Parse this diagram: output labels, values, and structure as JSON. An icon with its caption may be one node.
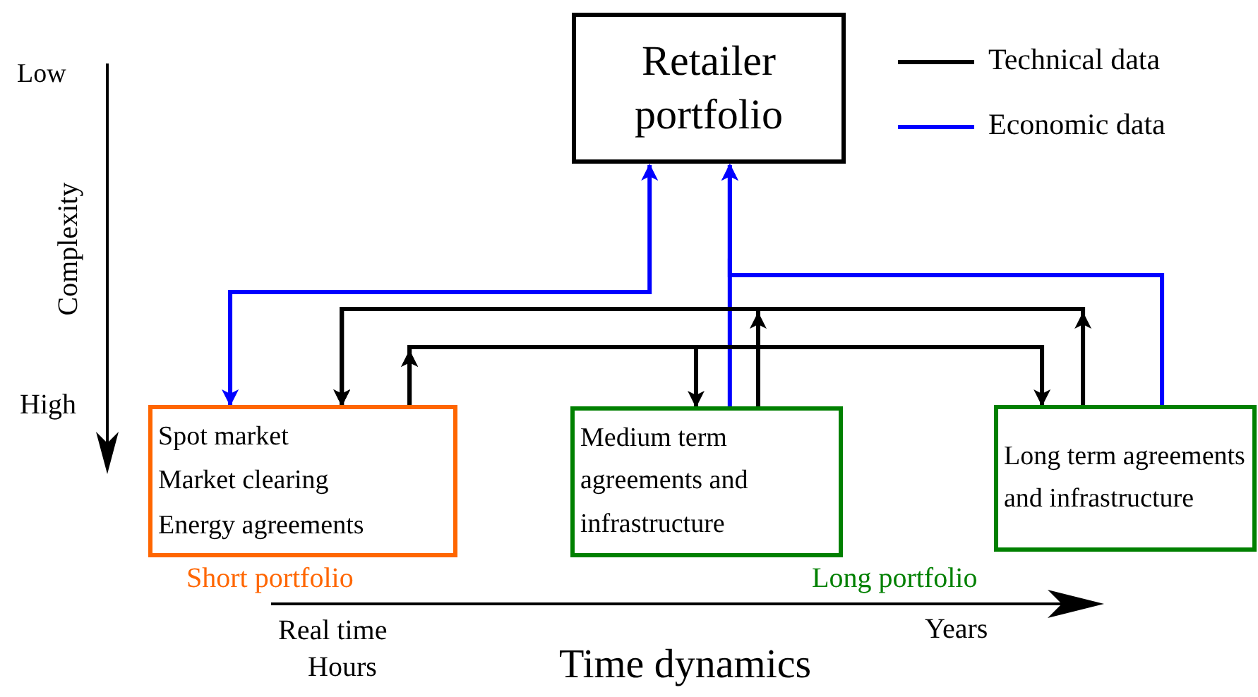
{
  "diagram": {
    "nodes": [
      {
        "text": [
          "Retailer portfolio"
        ]
      },
      {
        "text": [
          "Spot market",
          "Market clearing",
          "Energy agreements"
        ],
        "beside": [
          "Short portfolio"
        ]
      },
      {
        "text": [
          "Medium term agreements and infrastructure"
        ]
      },
      {
        "text": [
          "Long term agreements and infrastructure"
        ],
        "beside": [
          "Long portfolio"
        ]
      }
    ],
    "edges": [
      {
        "from": 1,
        "to": 0,
        "arrow": "both",
        "color": "#0000ff"
      },
      {
        "from": 2,
        "to": 0,
        "arrow": "to",
        "color": "#0000ff"
      },
      {
        "from": 3,
        "to": 0,
        "arrow": "to",
        "color": "#0000ff"
      },
      {
        "from": 2,
        "to": 1,
        "arrow": "to"
      },
      {
        "from": 3,
        "to": 1,
        "arrow": "to"
      },
      {
        "from": 1,
        "to": 2,
        "arrow": "to"
      },
      {
        "from": 1,
        "to": 3,
        "arrow": "to"
      }
    ],
    "labels": [
      "Low",
      "Complexity",
      "High",
      "Real time",
      "Hours",
      "Years",
      "Time dynamics"
    ],
    "legend": [
      {
        "text": "Technical data"
      },
      {
        "text": "Economic data"
      }
    ]
  }
}
